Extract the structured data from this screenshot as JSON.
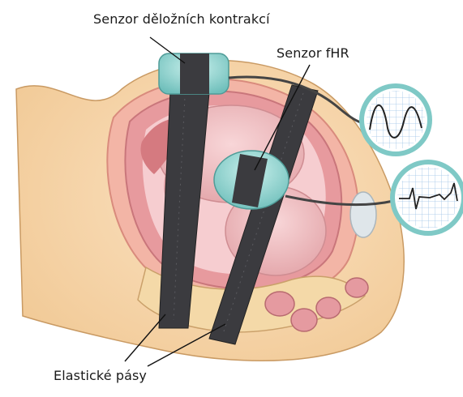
{
  "labels": {
    "uterine_contraction_sensor": "Senzor děložních kontrakcí",
    "fhr_sensor": "Senzor fHR",
    "elastic_belts": "Elastické pásy"
  },
  "colors": {
    "skin": "#f6d6ad",
    "uterus_wall": "#e79a9e",
    "fetus": "#f2c2c6",
    "belt": "#3b3b3f",
    "sensor": "#8fd3cf",
    "monitor_ring": "#7fc9c6"
  }
}
